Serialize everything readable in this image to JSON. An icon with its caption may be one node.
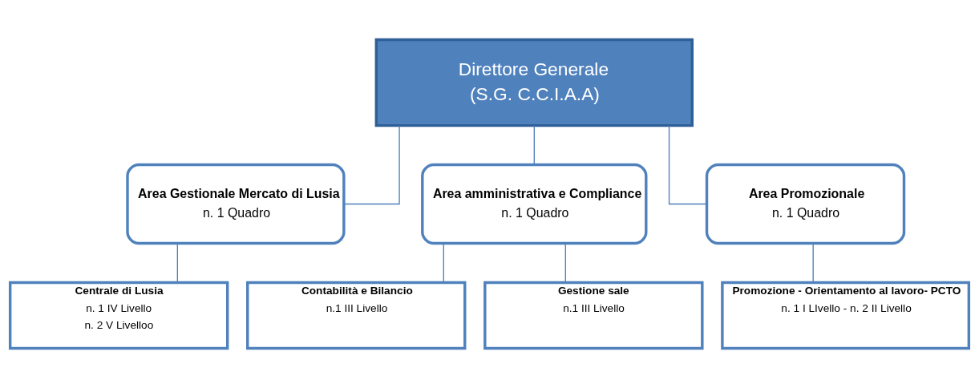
{
  "diagram": {
    "nodes": [
      {
        "text": [
          "Direttore Generale",
          "(S.G. C.C.I.A.A)"
        ]
      },
      {
        "text": [
          "Area Gestionale Mercato di Lusia",
          "n. 1 Quadro"
        ]
      },
      {
        "text": [
          "Area amministrativa e Compliance",
          "n. 1 Quadro"
        ]
      },
      {
        "text": [
          "Area Promozionale",
          "n. 1 Quadro"
        ]
      },
      {
        "text": [
          "Centrale di Lusia",
          "n. 1 IV Livello",
          "n. 2 V Livelloo"
        ]
      },
      {
        "text": [
          "Contabilità e Bilancio",
          "n.1 III Livello"
        ]
      },
      {
        "text": [
          "Gestione sale",
          "n.1 III Livello"
        ]
      },
      {
        "text": [
          "Promozione - Orientamento al lavoro- PCTO",
          "n. 1 I LIvello - n. 2 II Livello"
        ]
      }
    ],
    "edges": [
      {
        "from": 0,
        "to": 1,
        "arrow": "none"
      },
      {
        "from": 0,
        "to": 2,
        "arrow": "none"
      },
      {
        "from": 0,
        "to": 3,
        "arrow": "none"
      },
      {
        "from": 1,
        "to": 4,
        "arrow": "none"
      },
      {
        "from": 2,
        "to": 5,
        "arrow": "none"
      },
      {
        "from": 2,
        "to": 6,
        "arrow": "none"
      },
      {
        "from": 3,
        "to": 7,
        "arrow": "none"
      }
    ]
  }
}
